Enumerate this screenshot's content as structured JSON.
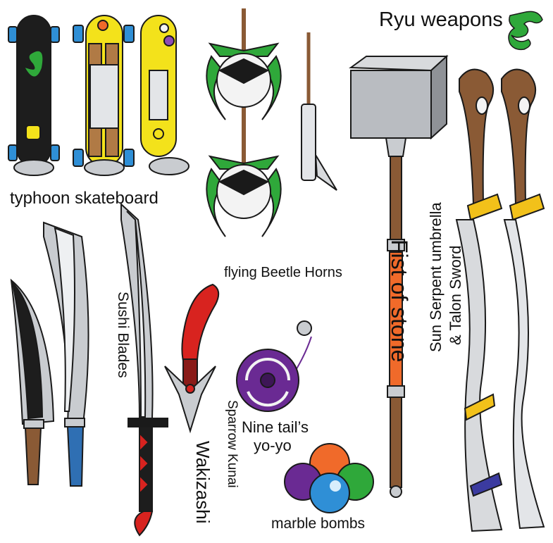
{
  "title": "Ryu weapons",
  "title_icon": "green-dragon-icon",
  "labels": {
    "skateboard": "typhoon skateboard",
    "beetle": "flying Beetle Horns",
    "fist": "Fist of stone",
    "umbrella_1": "Sun Serpent umbrella",
    "umbrella_2": "& Talon Sword",
    "sushi": "Sushi Blades",
    "kunai": "Sparrow Kunai",
    "wakizashi": "Wakizashi",
    "yoyo_1": "Nine tail’s",
    "yoyo_2": "yo-yo",
    "marbles": "marble bombs"
  },
  "colors": {
    "outline": "#1a1a1a",
    "steel": "#c9ccd0",
    "steel_light": "#eef0f2",
    "wood": "#8a5a35",
    "green": "#2fa83a",
    "orange": "#f06a2a",
    "yellow": "#f3e21b",
    "blue": "#2f8fd6",
    "purple": "#6a2a93",
    "red": "#d8231f",
    "gold": "#f2c11a"
  }
}
